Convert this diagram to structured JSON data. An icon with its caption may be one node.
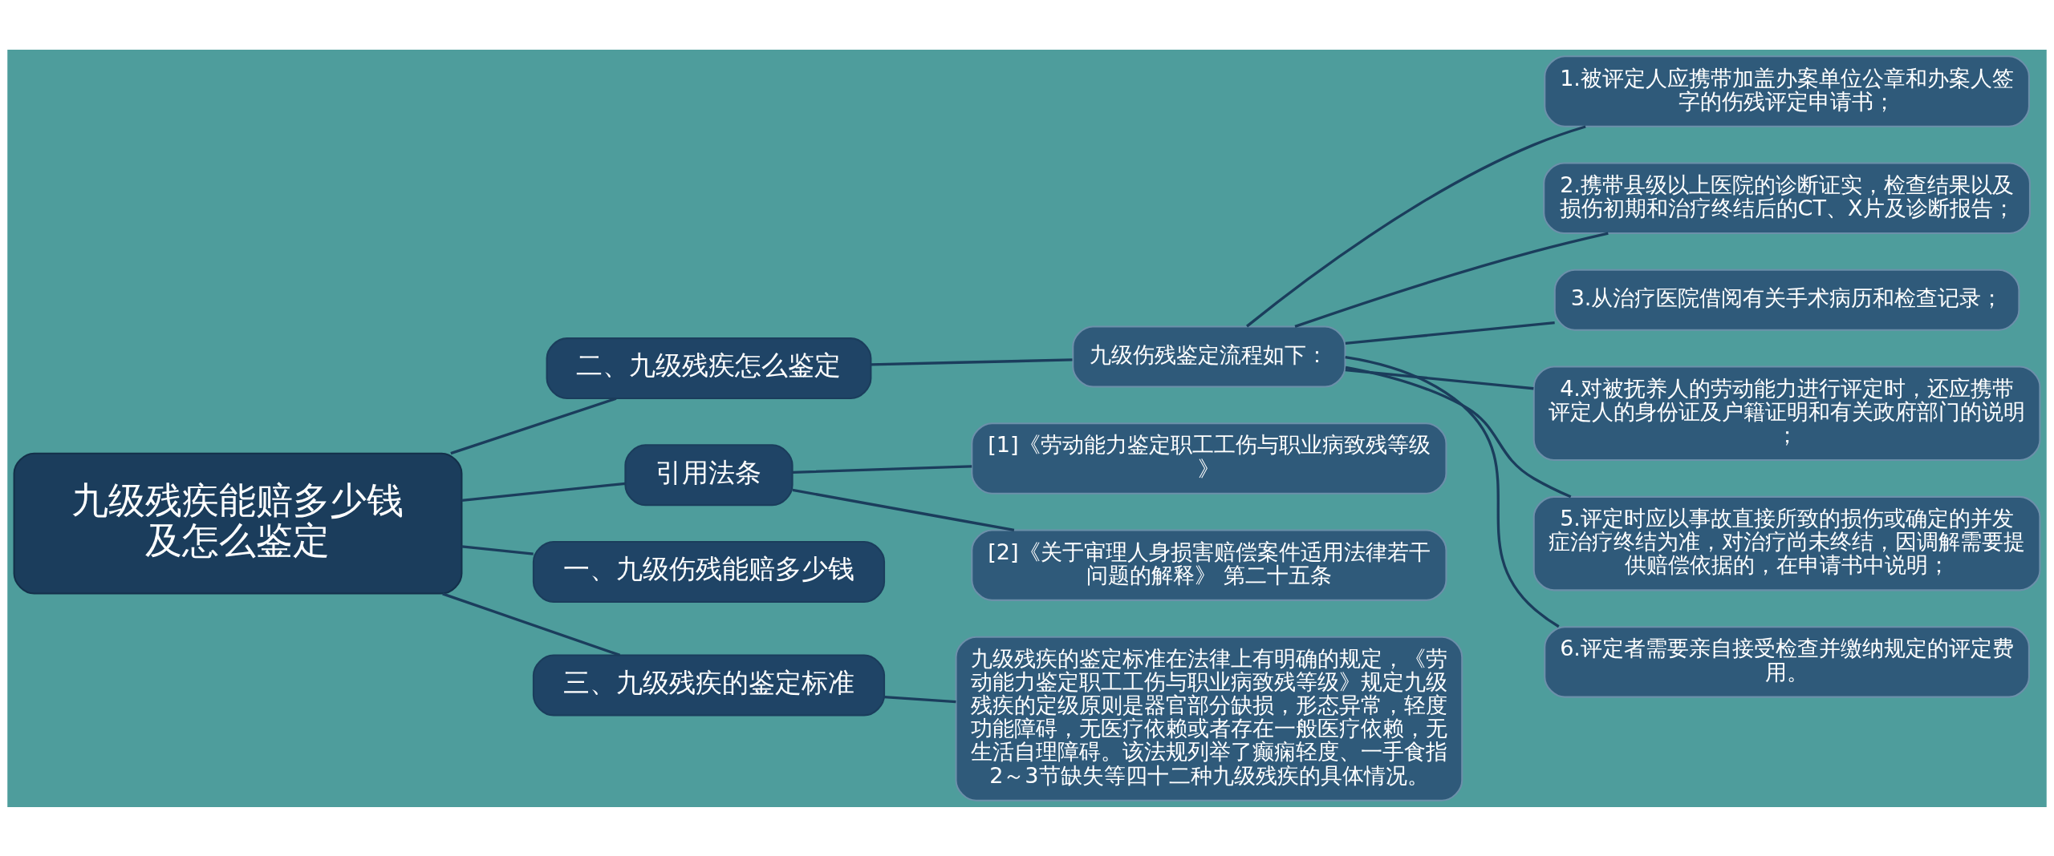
{
  "diagram": {
    "nodes": [
      {
        "text": [
          "九级残疾能赔多少钱及怎么鉴定"
        ]
      },
      {
        "text": [
          "二、九级残疾怎么鉴定"
        ]
      },
      {
        "text": [
          "九级伤残鉴定流程如下："
        ]
      },
      {
        "text": [
          "1.被评定人应携带加盖办案单位公章和办案人签字的伤残评定申请书；"
        ]
      },
      {
        "text": [
          "2.携带县级以上医院的诊断证实，检查结果以及损伤初期和治疗终结后的CT、X片及诊断报告；"
        ]
      },
      {
        "text": [
          "3.从治疗医院借阅有关手术病历和检查记录；"
        ]
      },
      {
        "text": [
          "4.对被抚养人的劳动能力进行评定时，还应携带评定人的身份证及户籍证明和有关政府部门的说明；"
        ]
      },
      {
        "text": [
          "5.评定时应以事故直接所致的损伤或确定的并发症治疗终结为准，对治疗尚未终结，因调解需要提供赔偿依据的，在申请书中说明；"
        ]
      },
      {
        "text": [
          "6.评定者需要亲自接受检查并缴纳规定的评定费用。"
        ]
      },
      {
        "text": [
          "引用法条"
        ]
      },
      {
        "text": [
          "[1]《劳动能力鉴定职工工伤与职业病致残等级》"
        ]
      },
      {
        "text": [
          "[2]《关于审理人身损害赔偿案件适用法律若干问题的解释》 第二十五条"
        ]
      },
      {
        "text": [
          "一、九级伤残能赔多少钱"
        ]
      },
      {
        "text": [
          "三、九级残疾的鉴定标准"
        ]
      },
      {
        "text": [
          "九级残疾的鉴定标准在法律上有明确的规定，《劳动能力鉴定职工工伤与职业病致残等级》规定九级残疾的定级原则是器官部分缺损，形态异常，轻度功能障碍，无医疗依赖或者存在一般医疗依赖，无生活自理障碍。该法规列举了癫痫轻度、一手食指2～3节缺失等四十二种九级残疾的具体情况。"
        ]
      }
    ],
    "edges": [
      {
        "from": 0,
        "to": 1,
        "arrow": "none"
      },
      {
        "from": 1,
        "to": 2,
        "arrow": "none"
      },
      {
        "from": 2,
        "to": 3,
        "arrow": "none"
      },
      {
        "from": 2,
        "to": 4,
        "arrow": "none"
      },
      {
        "from": 2,
        "to": 5,
        "arrow": "none"
      },
      {
        "from": 2,
        "to": 6,
        "arrow": "none"
      },
      {
        "from": 2,
        "to": 7,
        "arrow": "none"
      },
      {
        "from": 2,
        "to": 8,
        "arrow": "none"
      },
      {
        "from": 0,
        "to": 9,
        "arrow": "none"
      },
      {
        "from": 9,
        "to": 10,
        "arrow": "none"
      },
      {
        "from": 9,
        "to": 11,
        "arrow": "none"
      },
      {
        "from": 0,
        "to": 12,
        "arrow": "none"
      },
      {
        "from": 0,
        "to": 13,
        "arrow": "none"
      },
      {
        "from": 13,
        "to": 14,
        "arrow": "none"
      }
    ]
  }
}
